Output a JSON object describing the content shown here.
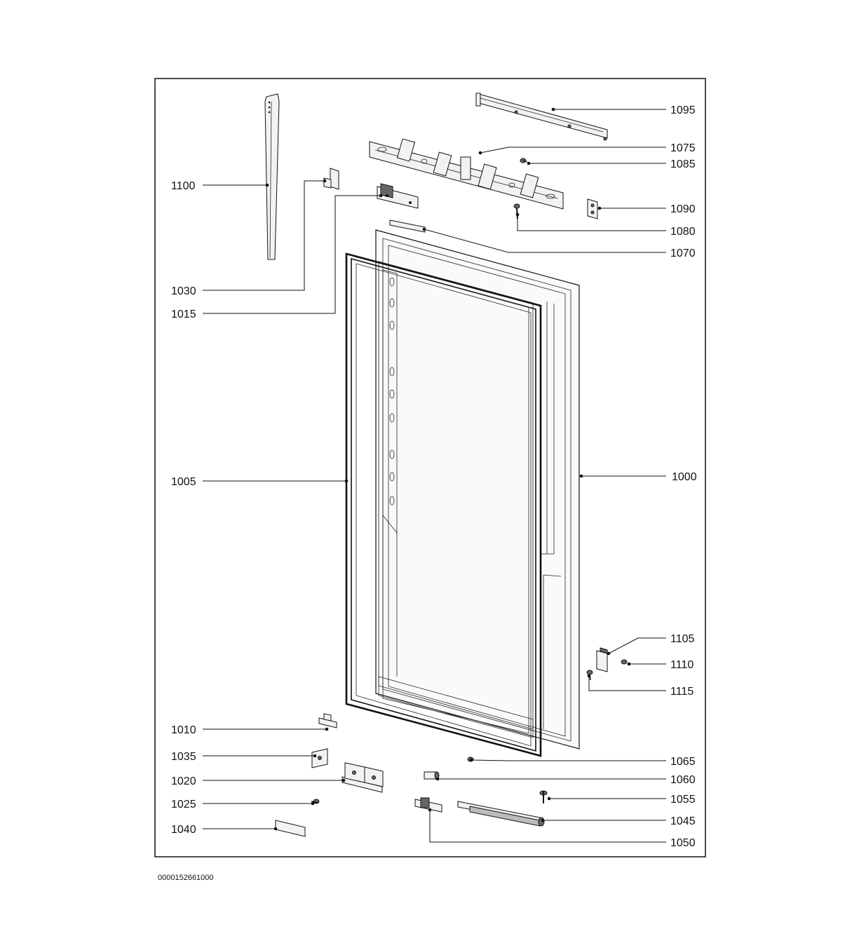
{
  "labels": {
    "l1000": "1000",
    "l1005": "1005",
    "l1010": "1010",
    "l1015": "1015",
    "l1020": "1020",
    "l1025": "1025",
    "l1030": "1030",
    "l1035": "1035",
    "l1040": "1040",
    "l1045": "1045",
    "l1050": "1050",
    "l1055": "1055",
    "l1060": "1060",
    "l1065": "1065",
    "l1070": "1070",
    "l1075": "1075",
    "l1080": "1080",
    "l1085": "1085",
    "l1090": "1090",
    "l1095": "1095",
    "l1100": "1100",
    "l1105": "1105",
    "l1110": "1110",
    "l1115": "1115"
  },
  "drawing_code": "0000152661000"
}
